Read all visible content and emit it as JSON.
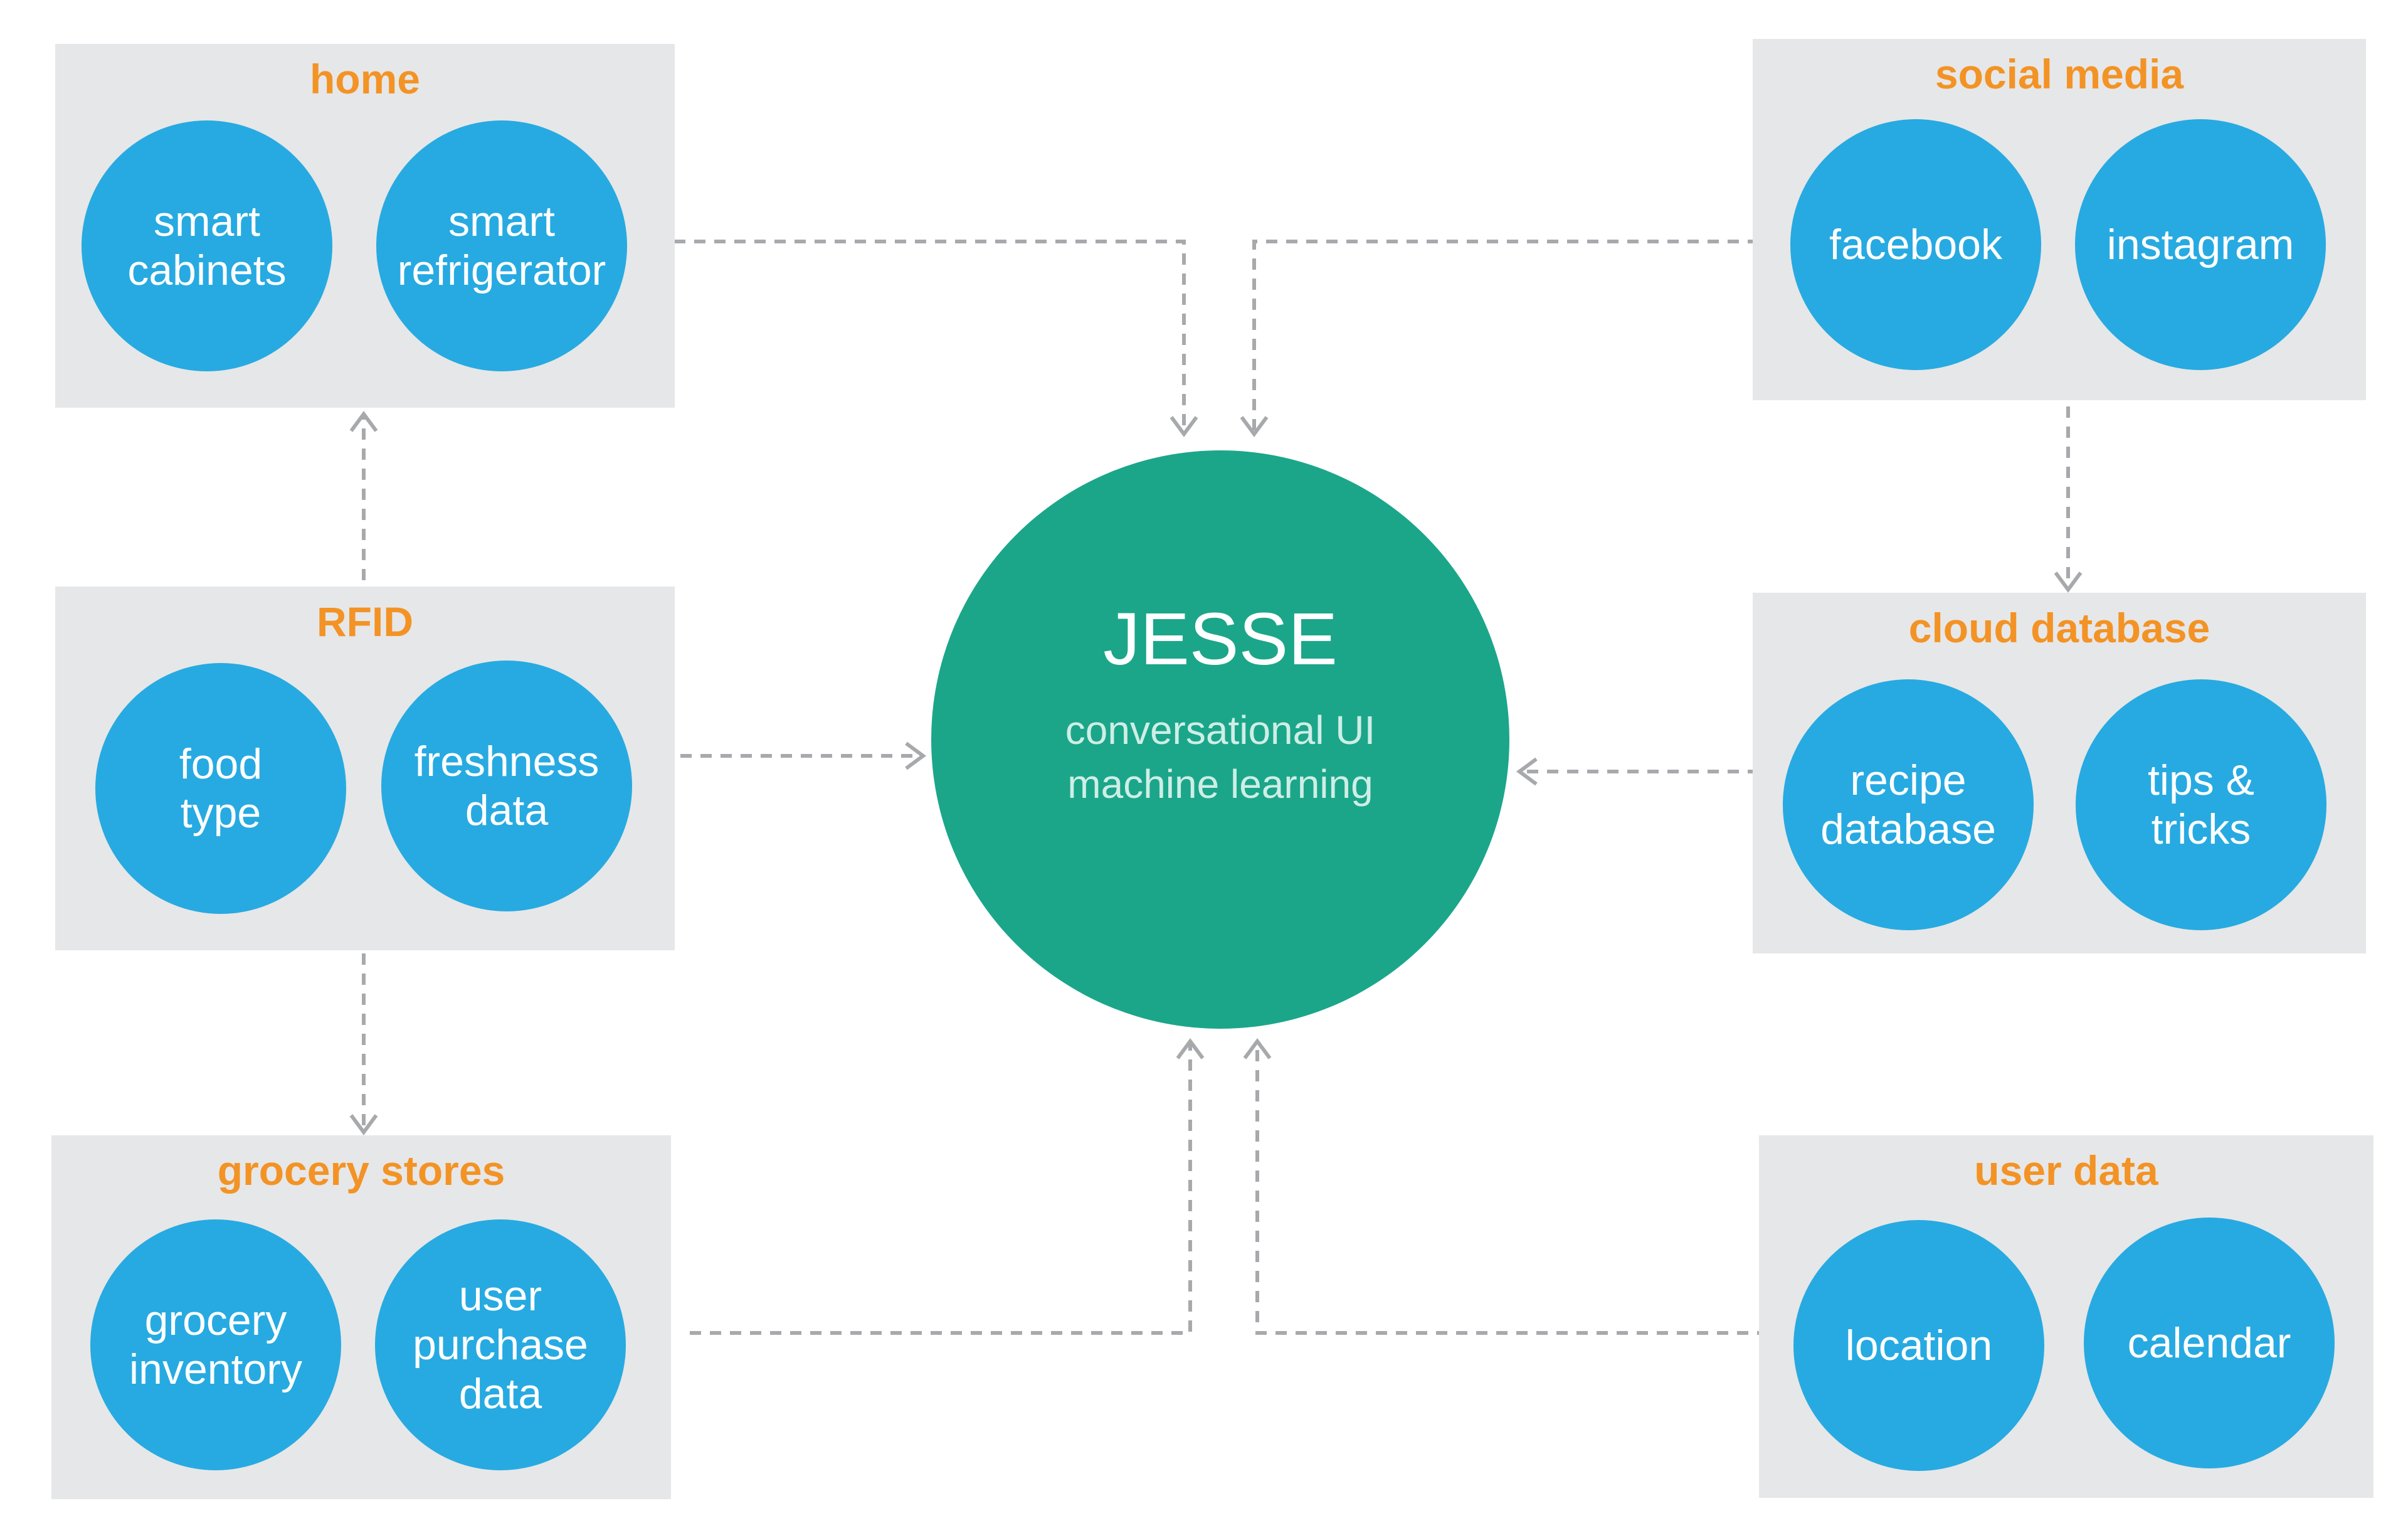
{
  "center": {
    "title": "JESSE",
    "subtitle": "conversational UI\nmachine learning"
  },
  "panels": {
    "home": {
      "title": "home",
      "items": [
        "smart\ncabinets",
        "smart\nrefrigerator"
      ]
    },
    "rfid": {
      "title": "RFID",
      "items": [
        "food\ntype",
        "freshness\ndata"
      ]
    },
    "grocery": {
      "title": "grocery stores",
      "items": [
        "grocery\ninventory",
        "user\npurchase\ndata"
      ]
    },
    "social": {
      "title": "social media",
      "items": [
        "facebook",
        "instagram"
      ]
    },
    "cloud": {
      "title": "cloud database",
      "items": [
        "recipe\ndatabase",
        "tips &\ntricks"
      ]
    },
    "user": {
      "title": "user data",
      "items": [
        "location",
        "calendar"
      ]
    }
  },
  "colors": {
    "panel_bg": "#e6e7e8",
    "panel_title": "#f39325",
    "bubble": "#27aae1",
    "hub": "#1ba68a",
    "connector": "#a7a9ac"
  }
}
